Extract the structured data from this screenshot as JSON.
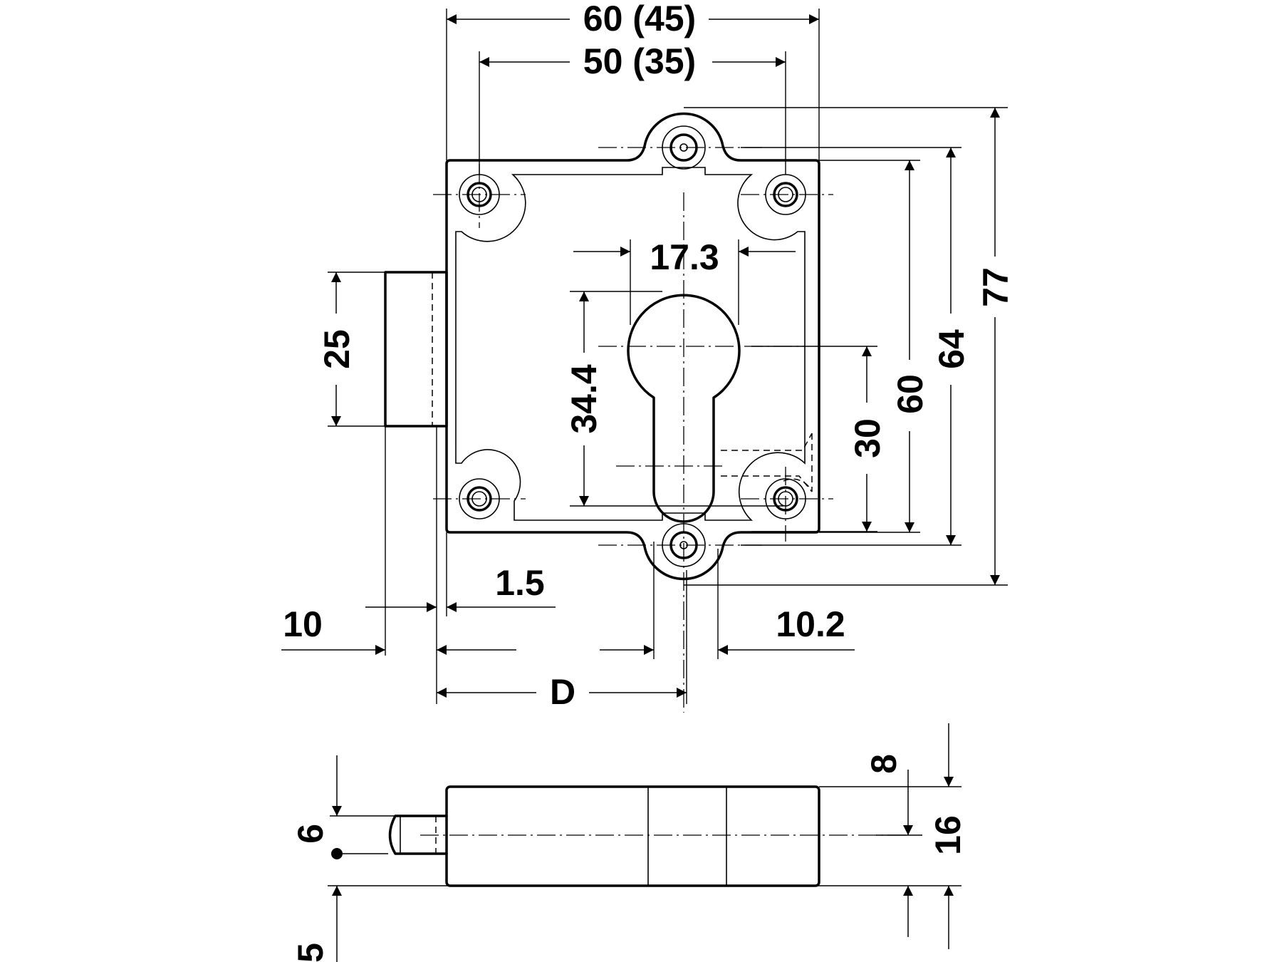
{
  "colors": {
    "line": "#000000",
    "background": "#ffffff"
  },
  "dimensions": {
    "overall_width": "60 (45)",
    "hole_spacing_width": "50 (35)",
    "cylinder_width": "17.3",
    "cylinder_height": "34.4",
    "bolt_height": "25",
    "hole_spacing_height": "30",
    "plate_height": "60",
    "flange_hole_spacing": "64",
    "overall_height": "77",
    "plate_thickness": "1.5",
    "bolt_projection": "10",
    "flange_width": "10.2",
    "backset": "D",
    "bolt_thickness": "6",
    "bolt_offset": "5",
    "body_half_depth": "8",
    "body_depth": "16"
  }
}
